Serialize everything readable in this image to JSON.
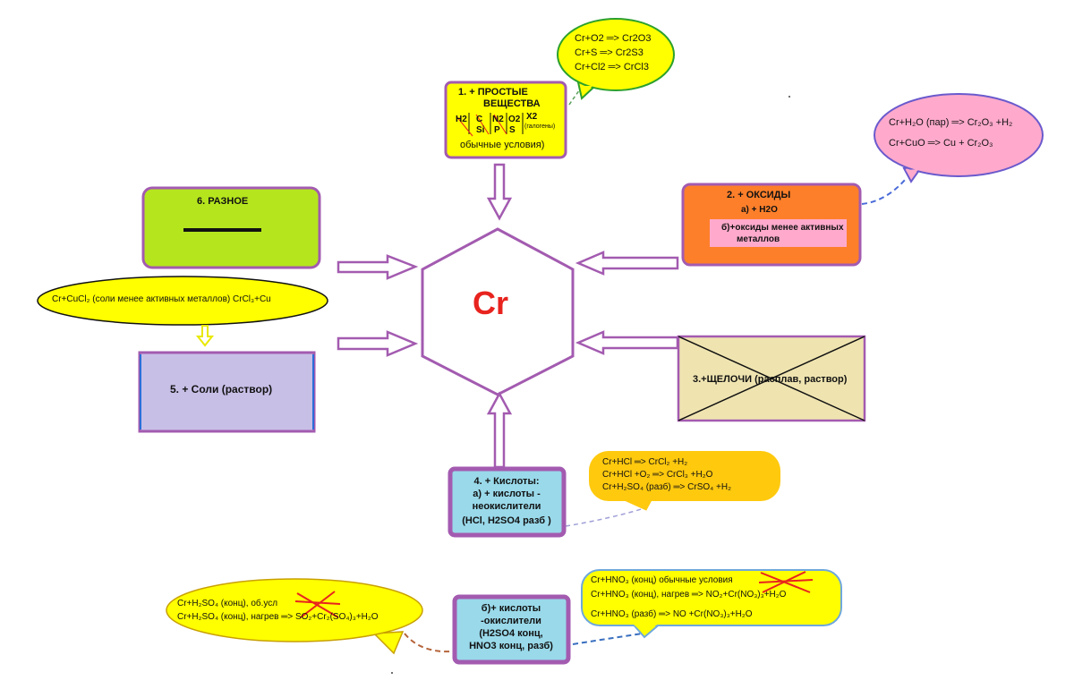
{
  "center": {
    "label": "Cr",
    "color": "#e8231e"
  },
  "simple": {
    "title_line1": "1. + ПРОСТЫЕ",
    "title_line2": "ВЕЩЕСТВА",
    "elements": [
      "H2",
      "C",
      "Si",
      "N2",
      "P",
      "O2",
      "S",
      "X2"
    ],
    "halogens_note": "(галогены)",
    "conditions": "обычные условия)",
    "bubble_lines": [
      "Cr+O2 ═> Cr2O3",
      "Cr+S ═> Cr2S3",
      "Cr+Cl2 ═> CrCl3"
    ]
  },
  "oxides": {
    "title": "2. + ОКСИДЫ",
    "item_a": "а) + H2O",
    "item_b_line1": "б)+оксиды менее активных",
    "item_b_line2": "металлов",
    "bubble_lines": [
      "Cr+H₂O (пар) ═> Cr₂O₃ +H₂",
      "Cr+CuO ═> Cu + Cr₂O₃"
    ]
  },
  "alkali": {
    "label": "3.+ЩЕЛОЧИ (расплав, раствор)"
  },
  "acids": {
    "lines": [
      "4. + Кислоты:",
      "а) + кислоты -",
      "неокислители",
      "(HCl, H2SO4 разб )"
    ],
    "bubble_lines": [
      "Cr+HCl ═> CrCl₂ +H₂",
      "Cr+HCl +O₂ ═> CrCl₃ +H₂O",
      "Cr+H₂SO₄ (разб) ═> CrSO₄ +H₂"
    ]
  },
  "oxidizing": {
    "lines": [
      "б)+ кислоты",
      "-окислители",
      "(H2SO4 конц,",
      "HNO3 конц, разб)"
    ],
    "left_bubble_lines": [
      "Cr+H₂SO₄ (конц), об.усл",
      "Cr+H₂SO₄ (конц), нагрев ═> SO₂+Cr₂(SO₄)₃+H₂O"
    ],
    "right_bubble_lines": [
      "Cr+HNO₃ (конц) обычные условия",
      "Cr+HNO₃ (конц), нагрев ═> NO₂+Cr(NO₃)₃+H₂O",
      "Cr+HNO₃ (разб) ═> NO +Cr(NO₃)₃+H₂O"
    ]
  },
  "salts": {
    "title": "5. + Соли (раствор)",
    "bubble": "Cr+CuCl₂ (соли менее активных металлов)   CrCl₃+Cu"
  },
  "misc": {
    "title": "6. РАЗНОЕ"
  },
  "colors": {
    "purple": "#a35bb0",
    "yellow": "#ffff00",
    "orange": "#fe7f2a",
    "pink": "#ffaacc",
    "lime": "#b5e61d",
    "lavender": "#c8bfe7",
    "khaki": "#efe4b0",
    "skyblue": "#99d9ea",
    "gold": "#ffc90e"
  }
}
